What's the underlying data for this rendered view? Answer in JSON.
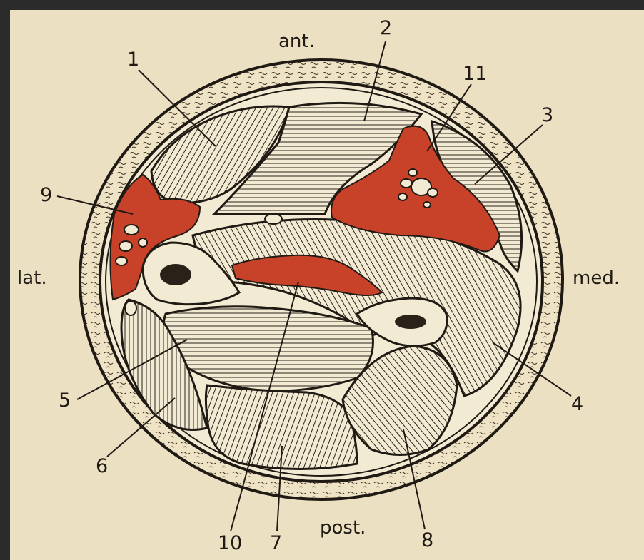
{
  "colors": {
    "frame": "#2b2b2b",
    "paper": "#ece0c3",
    "ink": "#1f1a14",
    "muscle_fill": "#f3ead3",
    "vessel_red": "#c8422a"
  },
  "orientation": {
    "anterior": "ant.",
    "posterior": "post.",
    "lateral": "lat.",
    "medial": "med."
  },
  "labels": [
    "1",
    "2",
    "3",
    "4",
    "5",
    "6",
    "7",
    "8",
    "9",
    "10",
    "11"
  ]
}
